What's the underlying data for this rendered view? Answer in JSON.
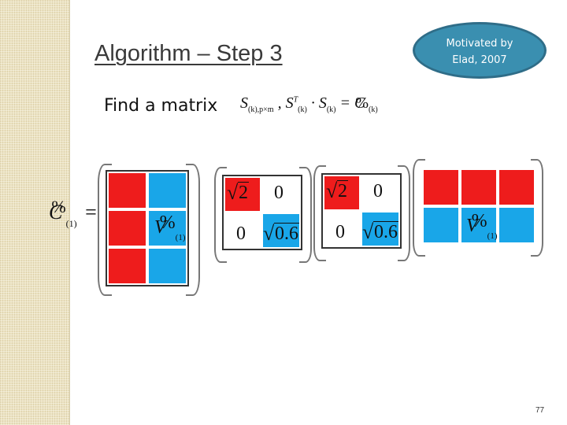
{
  "slide": {
    "title": "Algorithm – Step 3",
    "badge_line1": "Motivated by",
    "badge_line2": "Elad, 2007",
    "find_text": "Find a matrix",
    "formula": {
      "s": "S",
      "sub1": "(k),p×m",
      "sep": " ,  ",
      "s2": "S",
      "sup2": "T",
      "sub2": "(k)",
      "dot": " · ",
      "s3": "S",
      "sub3": "(k)",
      "eq": " = ",
      "rhs": "C",
      "rhs_mark": "%",
      "sub4": "(k)"
    },
    "lhs": {
      "symbol": "C",
      "mark": "%",
      "sub": "(1)",
      "eq": "="
    },
    "matrix_u_label": {
      "symbol": "V",
      "mark": "%",
      "sub": "(1)"
    },
    "matrix_sigma1": {
      "a11": "2",
      "a12": "0",
      "a21": "0",
      "a22": "0.6"
    },
    "matrix_sigma2": {
      "a11": "2",
      "a12": "0",
      "a21": "0",
      "a22": "0.6"
    },
    "matrix_vt_label": {
      "symbol": "V",
      "mark": "%",
      "sub": "(1)"
    },
    "page_number": "77",
    "colors": {
      "red": "#ee1c1c",
      "blue": "#19a6e8",
      "badge": "#3a8fb0"
    }
  }
}
